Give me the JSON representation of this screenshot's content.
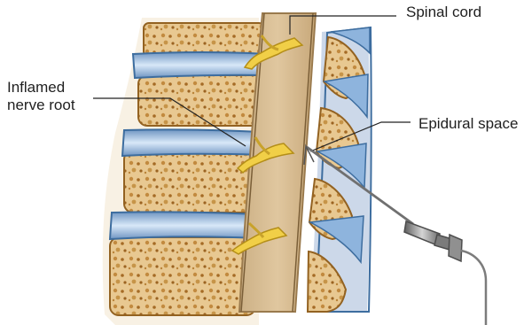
{
  "labels": {
    "spinal_cord": "Spinal cord",
    "inflamed_nerve_root": "Inflamed\nnerve root",
    "epidural_space": "Epidural space"
  },
  "colors": {
    "bone": "#e7c58f",
    "bone_dark": "#b9853e",
    "bone_outline": "#8a5a1d",
    "disc": "#8db4dc",
    "disc_light": "#d9e8f7",
    "cord": "#d9bb8d",
    "nerve": "#e8c73f",
    "needle": "#8f8f8f",
    "needle_dark": "#606060"
  }
}
